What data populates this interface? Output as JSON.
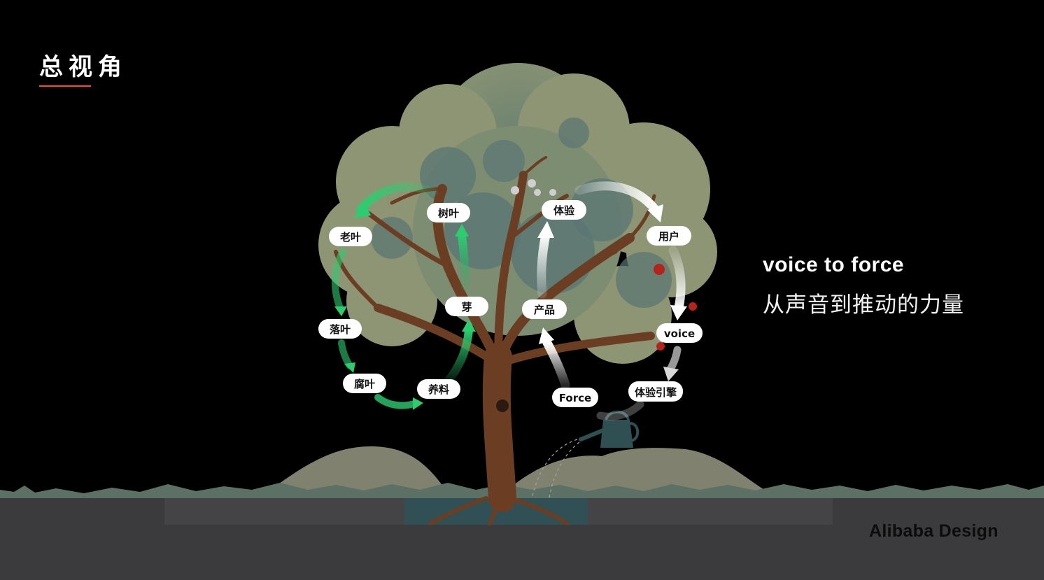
{
  "header": {
    "title": "总视角"
  },
  "tagline": {
    "en": "voice to force",
    "cn": "从声音到推动的力量"
  },
  "brand": {
    "text": "Alibaba Design"
  },
  "colors": {
    "background": "#000000",
    "accent_underline": "#e4572e",
    "ground": "#3b3b3d",
    "grass": "#5c7065",
    "hill": "#8e8f7b",
    "foliage_light": "#8d9574",
    "foliage_dark": "#5a7574",
    "trunk": "#6b3d22",
    "green_arrow": "#2ecc71",
    "white_arrow": "#ffffff",
    "fruit": "#b5231d"
  },
  "diagram": {
    "nature_cycle": [
      {
        "id": "leaf",
        "label": "树叶"
      },
      {
        "id": "old_leaf",
        "label": "老叶"
      },
      {
        "id": "fallen_leaf",
        "label": "落叶"
      },
      {
        "id": "rotten_leaf",
        "label": "腐叶"
      },
      {
        "id": "nutrient",
        "label": "养料"
      },
      {
        "id": "bud",
        "label": "芽"
      }
    ],
    "product_cycle": [
      {
        "id": "experience",
        "label": "体验"
      },
      {
        "id": "user",
        "label": "用户"
      },
      {
        "id": "voice",
        "label": "voice"
      },
      {
        "id": "engine",
        "label": "体验引擎"
      },
      {
        "id": "force",
        "label": "Force"
      },
      {
        "id": "product",
        "label": "产品"
      }
    ]
  }
}
